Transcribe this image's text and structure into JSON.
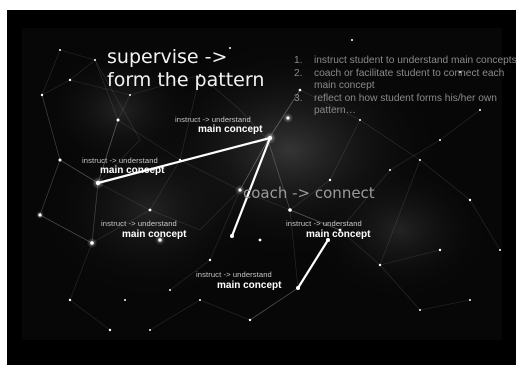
{
  "slide": {
    "title_line1": "supervise ->",
    "title_line2": "form the pattern",
    "steps": [
      {
        "num": "1.",
        "text": "instruct student to understand main concepts"
      },
      {
        "num": "2.",
        "text": "coach or facilitate student to connect each main concept"
      },
      {
        "num": "3.",
        "text": "reflect on how student forms his/her own pattern…"
      }
    ],
    "concepts": [
      {
        "label": "instruct -> understand",
        "name": "main concept"
      },
      {
        "label": "instruct -> understand",
        "name": "main concept"
      },
      {
        "label": "instruct -> understand",
        "name": "main concept"
      },
      {
        "label": "instruct -> understand",
        "name": "main concept"
      },
      {
        "label": "instruct -> understand",
        "name": "main concept"
      }
    ],
    "coach_text": "coach -> connect",
    "colors": {
      "frame": "#000000",
      "background": "#0a0a0a",
      "text": "#ffffff",
      "muted_text": "#8a8a8a",
      "network": "#ffffff"
    }
  }
}
